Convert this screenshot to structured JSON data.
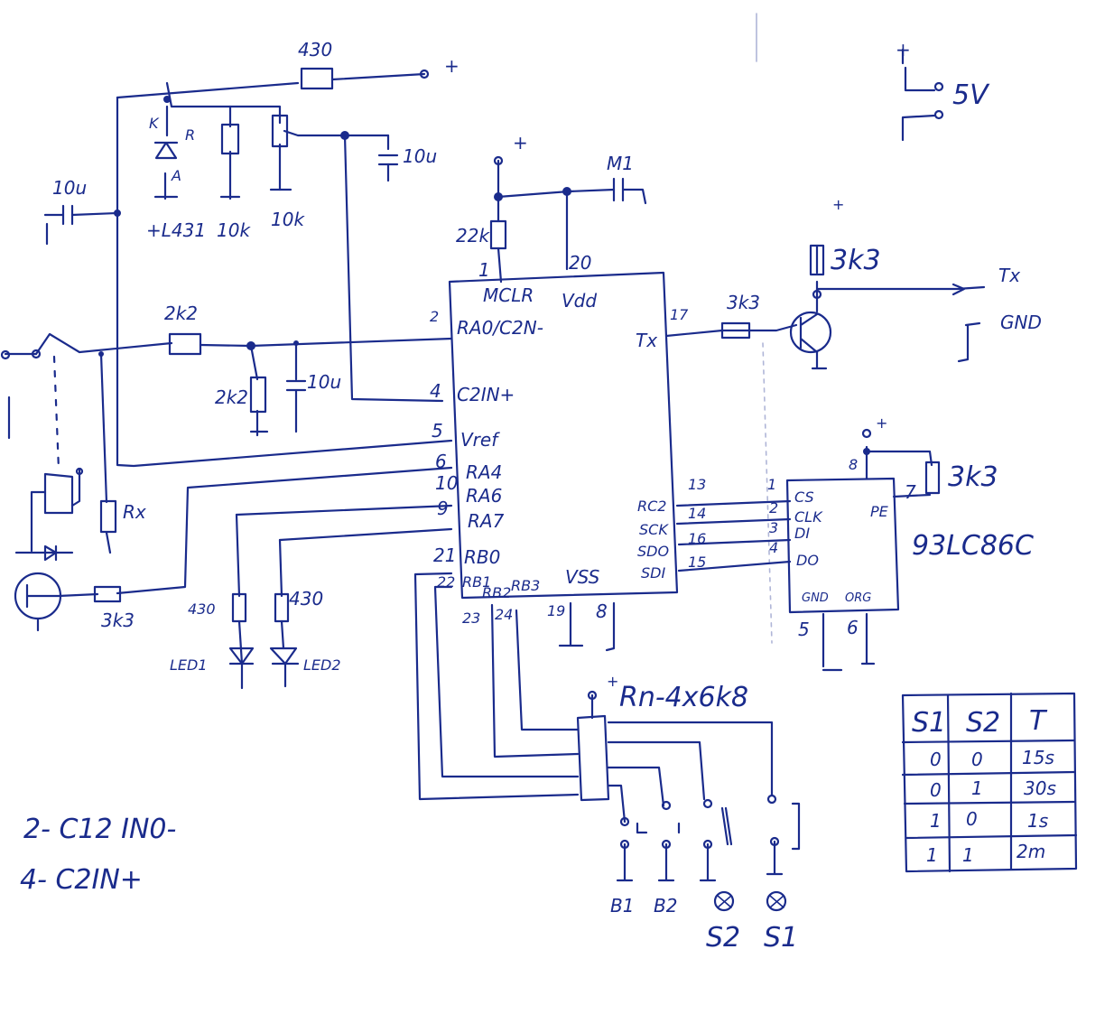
{
  "labels": {
    "r_top": "430",
    "plus_top": "+",
    "c_top": "10u",
    "c_left": "10u",
    "tl431_k": "K",
    "tl431_r": "R",
    "tl431_a": "A",
    "tl431": "+L431",
    "pot1": "10k",
    "pot2": "10k",
    "supply_plus": "+",
    "supply_5v": "5V",
    "mclr_plus": "+",
    "r_mclr": "22k",
    "c_m1": "M1",
    "pin1": "1",
    "pin20": "20",
    "mclr": "MCLR",
    "vdd": "Vdd",
    "r_in": "2k2",
    "pin2": "2",
    "ra0": "RA0/C2N-",
    "pin17": "17",
    "tx_pin": "Tx",
    "r_tx": "3k3",
    "tx_plus": "+",
    "r_tx_pull": "3k3",
    "tx_out": "Tx",
    "gnd_out": "GND",
    "r_gnd": "2k2",
    "c_gnd": "10u",
    "pin4": "4",
    "c2in": "C2IN+",
    "pin5": "5",
    "vref": "Vref",
    "pin6": "6",
    "ra4": "RA4",
    "pin10": "10",
    "ra6": "RA6",
    "pin9": "9",
    "ra7": "RA7",
    "pin21": "21",
    "rb0": "RB0",
    "pin22": "22",
    "rb1": "RB1",
    "rb2": "RB2",
    "rb3": "RB3",
    "vss": "VSS",
    "pin23": "23",
    "pin24": "24",
    "pin19": "19",
    "pin8": "8",
    "pin13": "13",
    "rc2": "RC2",
    "pin14": "14",
    "sck": "SCK",
    "pin16": "16",
    "sdo": "SDO",
    "pin15": "15",
    "sdi": "SDI",
    "ee_1": "1",
    "ee_cs": "CS",
    "ee_2": "2",
    "ee_clk": "CLK",
    "ee_3": "3",
    "ee_di": "DI",
    "ee_4": "4",
    "ee_do": "DO",
    "ee_7": "7",
    "ee_pe": "PE",
    "ee_8": "8",
    "ee_plus": "+",
    "r_pe": "3k3",
    "ee_gnd": "GND",
    "ee_org": "ORG",
    "ee_5": "5",
    "ee_6": "6",
    "ee_chip": "93LC86C",
    "rx": "Rx",
    "r_base": "3k3",
    "r_led1": "430",
    "r_led2": "430",
    "led1": "LED1",
    "led2": "LED2",
    "rn": "Rn-4x6k8",
    "rn_plus": "+",
    "b1": "B1",
    "b2": "B2",
    "s2": "S2",
    "s1": "S1",
    "note1": "2- C12 IN0-",
    "note2": "4- C2IN+"
  },
  "table": {
    "headers": [
      "S1",
      "S2",
      "T"
    ],
    "rows": [
      [
        "0",
        "0",
        "15s"
      ],
      [
        "0",
        "1",
        "30s"
      ],
      [
        "1",
        "0",
        "1s"
      ],
      [
        "1",
        "1",
        "2m"
      ]
    ]
  },
  "colors": {
    "ink": "#1a2b8c",
    "paper": "#ffffff"
  }
}
